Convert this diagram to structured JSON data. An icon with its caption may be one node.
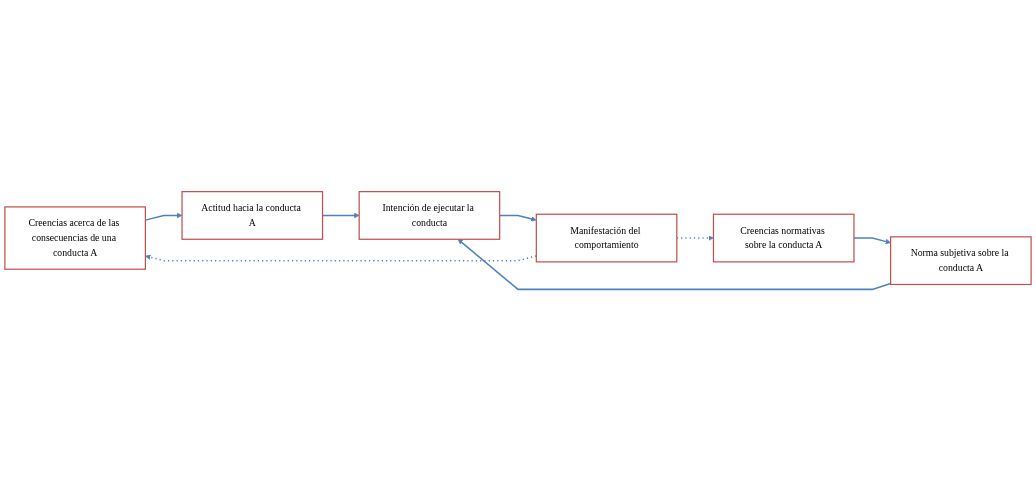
{
  "diagram": {
    "nodes": [
      {
        "text": [
          "Creencias acerca de las consecuencias de una conducta A"
        ]
      },
      {
        "text": [
          "Actitud hacia la conducta A"
        ]
      },
      {
        "text": [
          "Creencias normativas sobre la conducta A"
        ]
      },
      {
        "text": [
          "Norma subjetiva sobre la conducta A"
        ]
      },
      {
        "text": [
          "Intención de ejecutar la conducta"
        ]
      },
      {
        "text": [
          "Manifestación del comportamiento"
        ]
      }
    ],
    "edges": [
      {
        "from": 0,
        "to": 1,
        "arrow": "to"
      },
      {
        "from": 1,
        "to": 4,
        "arrow": "to"
      },
      {
        "from": 2,
        "to": 3,
        "arrow": "to"
      },
      {
        "from": 3,
        "to": 4,
        "arrow": "to"
      },
      {
        "from": 4,
        "to": 5,
        "arrow": "to"
      },
      {
        "from": 5,
        "to": 0,
        "arrow": "to",
        "style": "dashed"
      },
      {
        "from": 5,
        "to": 2,
        "arrow": "to",
        "style": "dashed"
      }
    ]
  }
}
